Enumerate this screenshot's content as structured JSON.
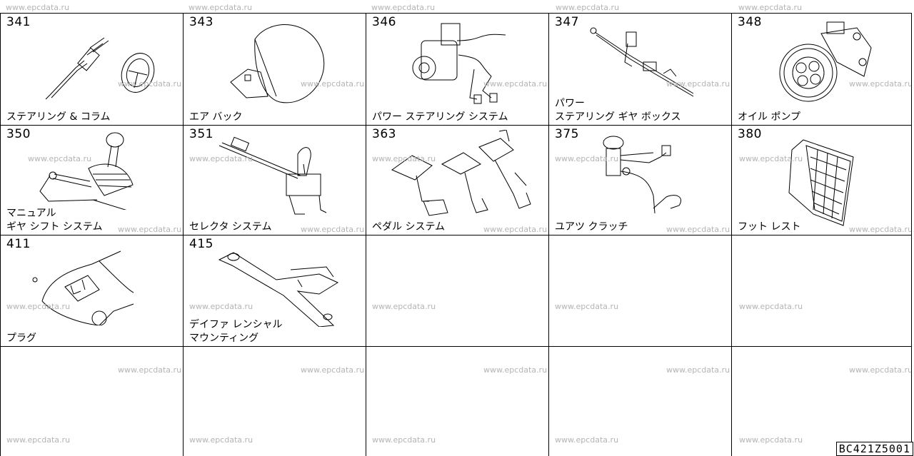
{
  "watermark": "www.epcdata.ru",
  "catalog_code": "BC421Z5001",
  "cells": [
    {
      "num": "341",
      "label": "ステアリング & コラム",
      "icon": "steering-column-icon"
    },
    {
      "num": "343",
      "label": "エア バック",
      "icon": "airbag-icon"
    },
    {
      "num": "346",
      "label": "パワー ステアリング システム",
      "icon": "power-steering-system-icon"
    },
    {
      "num": "347",
      "label": "パワー\nステアリング ギヤ ボックス",
      "icon": "steering-gear-box-icon"
    },
    {
      "num": "348",
      "label": "オイル ポンプ",
      "icon": "oil-pump-icon"
    },
    {
      "num": "350",
      "label": "マニュアル\nギヤ シフト システム",
      "icon": "gear-shift-icon"
    },
    {
      "num": "351",
      "label": "セレクタ システム",
      "icon": "selector-icon"
    },
    {
      "num": "363",
      "label": "ペダル システム",
      "icon": "pedal-system-icon"
    },
    {
      "num": "375",
      "label": "ユアツ クラッチ",
      "icon": "hydraulic-clutch-icon"
    },
    {
      "num": "380",
      "label": "フット レスト",
      "icon": "foot-rest-icon"
    },
    {
      "num": "411",
      "label": "プラグ",
      "icon": "plug-car-icon"
    },
    {
      "num": "415",
      "label": "デイファ レンシャル\nマウンティング",
      "icon": "differential-mounting-icon"
    },
    {
      "num": "",
      "label": "",
      "icon": ""
    },
    {
      "num": "",
      "label": "",
      "icon": ""
    },
    {
      "num": "",
      "label": "",
      "icon": ""
    },
    {
      "num": "",
      "label": "",
      "icon": ""
    },
    {
      "num": "",
      "label": "",
      "icon": ""
    },
    {
      "num": "",
      "label": "",
      "icon": ""
    },
    {
      "num": "",
      "label": "",
      "icon": ""
    },
    {
      "num": "",
      "label": "",
      "icon": ""
    }
  ]
}
